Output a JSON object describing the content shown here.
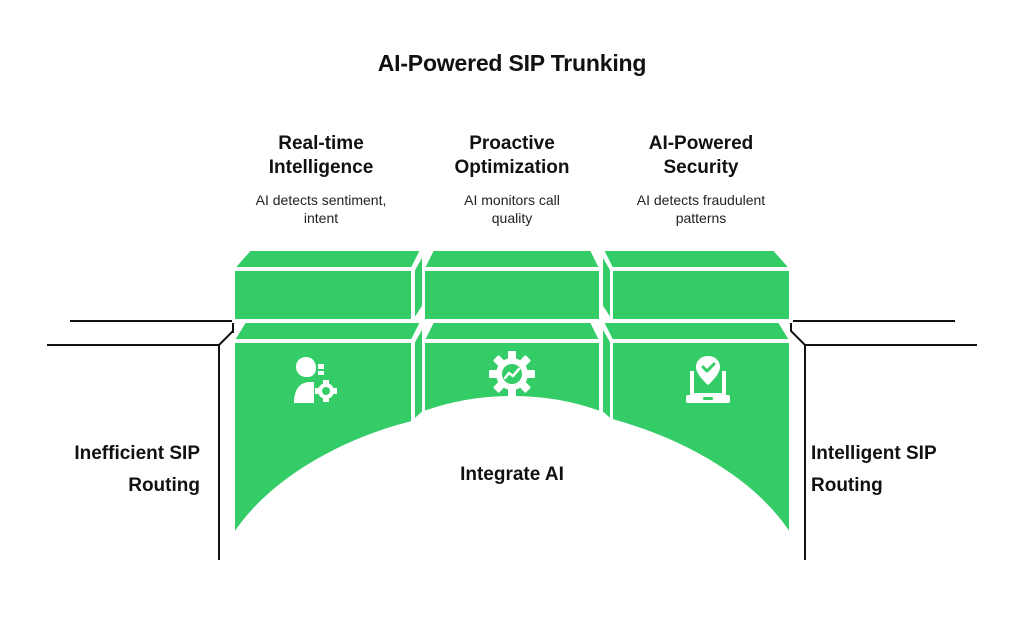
{
  "title": "AI-Powered SIP Trunking",
  "columns": [
    {
      "title_line1": "Real-time",
      "title_line2": "Intelligence",
      "desc_line1": "AI detects sentiment,",
      "desc_line2": "intent",
      "icon": "person-gear-icon"
    },
    {
      "title_line1": "Proactive",
      "title_line2": "Optimization",
      "desc_line1": "AI monitors call",
      "desc_line2": "quality",
      "icon": "gear-chart-icon"
    },
    {
      "title_line1": "AI-Powered",
      "title_line2": "Security",
      "desc_line1": "AI detects fraudulent",
      "desc_line2": "patterns",
      "icon": "laptop-shield-icon"
    }
  ],
  "left_label": {
    "line1": "Inefficient SIP",
    "line2": "Routing"
  },
  "right_label": {
    "line1": "Intelligent SIP",
    "line2": "Routing"
  },
  "center_label": "Integrate AI",
  "colors": {
    "green": "#33CC66",
    "line": "#111111"
  }
}
